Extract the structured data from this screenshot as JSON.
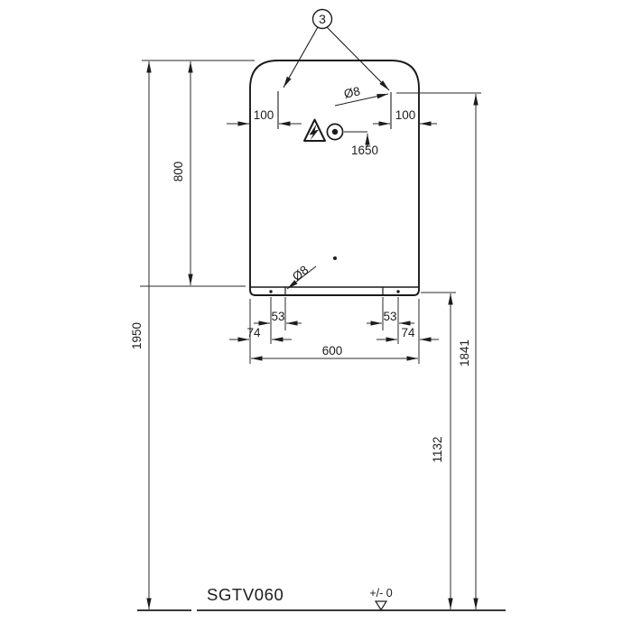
{
  "title": {
    "product_code": "SGTV060"
  },
  "callouts": {
    "balloon_label": "3",
    "hole_diameter_top": "Ø8",
    "hole_diameter_bottom": "Ø8",
    "socket_height": "1650",
    "floor_datum": "+/- 0"
  },
  "dimensions": {
    "overall_height": "1950",
    "panel_height": "800",
    "top_holes_height": "1841",
    "bottom_holes_height": "1132",
    "top_hole_inset_left": "100",
    "top_hole_inset_right": "100",
    "bottom_slot_left": "53",
    "bottom_slot_right": "53",
    "bottom_hole_inset_left": "74",
    "bottom_hole_inset_right": "74",
    "overall_width": "600"
  },
  "colors": {
    "line": "#222222",
    "background": "#ffffff"
  },
  "icons": {
    "high_voltage_warning": "warning-triangle-lightning",
    "power_socket": "circle-dot",
    "floor_datum_marker": "open-triangle"
  }
}
